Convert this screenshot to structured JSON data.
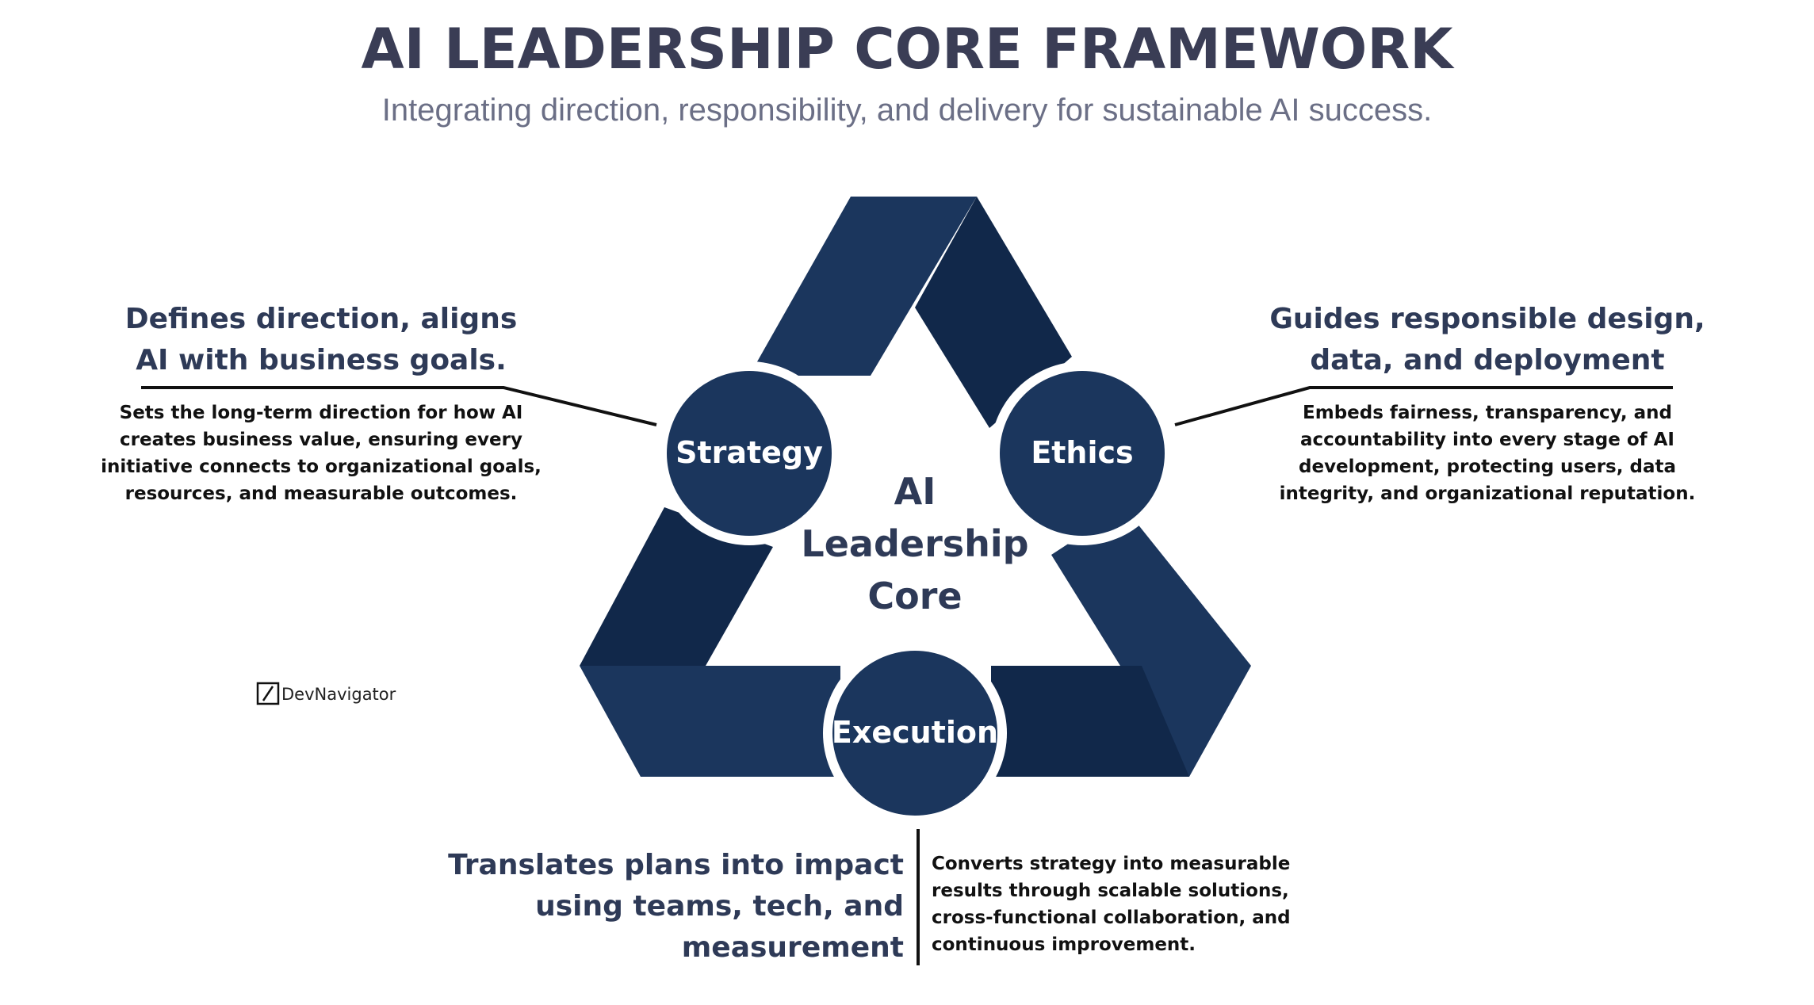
{
  "header": {
    "title": "AI LEADERSHIP CORE FRAMEWORK",
    "subtitle": "Integrating direction, responsibility, and delivery for sustainable AI success."
  },
  "center": {
    "lines": [
      "AI",
      "Leadership",
      "Core"
    ]
  },
  "nodes": {
    "strategy": {
      "label": "Strategy",
      "heading": [
        "Defines direction, aligns",
        "AI with business goals."
      ],
      "body": [
        "Sets the long-term direction for how AI",
        "creates business value, ensuring every",
        "initiative connects to organizational goals,",
        "resources, and measurable outcomes."
      ]
    },
    "ethics": {
      "label": "Ethics",
      "heading": [
        "Guides responsible design,",
        "data, and deployment"
      ],
      "body": [
        "Embeds fairness, transparency, and",
        "accountability into every stage of AI",
        "development, protecting users, data",
        "integrity, and organizational reputation."
      ]
    },
    "execution": {
      "label": "Execution",
      "heading": [
        "Translates plans into impact",
        "using teams, tech, and",
        "measurement"
      ],
      "body": [
        "Converts strategy into measurable",
        "results through scalable solutions,",
        "cross-functional collaboration, and",
        "continuous improvement."
      ]
    }
  },
  "watermark": {
    "text": "DevNavigator"
  },
  "colors": {
    "band_main": "#1b365d",
    "band_dark": "#11284a",
    "node_fill": "#1b365d",
    "heading": "#2e3a57",
    "title": "#3a3d55"
  }
}
